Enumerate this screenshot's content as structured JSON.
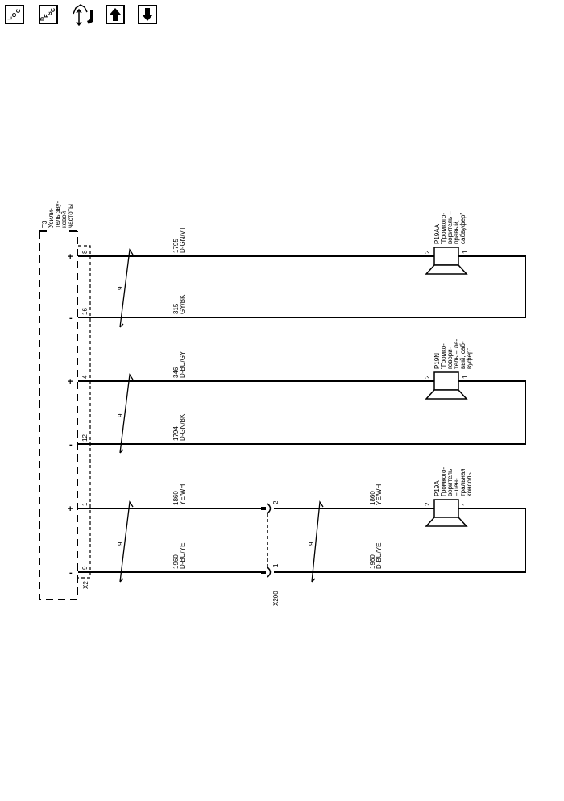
{
  "toolbar": {
    "loc": {
      "l": "L",
      "o": "O",
      "c": "C"
    },
    "desc": {
      "d": "D",
      "e": "E",
      "s": "S",
      "c": "C"
    },
    "icons": [
      "loc-icon",
      "desc-icon",
      "connector-service-icon",
      "arrow-up-icon",
      "arrow-down-icon"
    ]
  },
  "module": {
    "lines": [
      "T3",
      "Усили-",
      "тель зву-",
      "ковой",
      "частоты"
    ],
    "connector": "X2"
  },
  "pins": {
    "p8": "8",
    "p16": "16",
    "p4": "4",
    "p12": "12",
    "p1": "1",
    "p9": "9"
  },
  "polarity": {
    "plus": "+",
    "minus": "-"
  },
  "twist": "9",
  "wires": {
    "w1": {
      "circuit": "1795",
      "color": "D-GN/VT"
    },
    "w2": {
      "circuit": "315",
      "color": "GY/BK"
    },
    "w3": {
      "circuit": "346",
      "color": "D-BU/GY"
    },
    "w4": {
      "circuit": "1794",
      "color": "D-GN/BK"
    },
    "w5": {
      "circuit": "1860",
      "color": "YE/WH"
    },
    "w6": {
      "circuit": "1960",
      "color": "D-BU/YE"
    }
  },
  "inline": {
    "name": "X200",
    "pin2": "2",
    "pin1": "1"
  },
  "speakers": [
    {
      "lines": [
        "P19AA",
        "\"Громкого-",
        "воритель –",
        "правый,",
        "сабвуфер\""
      ],
      "pin2": "2",
      "pin1": "1"
    },
    {
      "lines": [
        "P19N",
        "\"Громко-",
        "говори-",
        "тель – ле-",
        "вый, саб-",
        "вуфер\""
      ],
      "pin2": "2",
      "pin1": "1"
    },
    {
      "lines": [
        "P19A",
        "Громкого-",
        "воритель",
        "– цен-",
        "тральная",
        "консоль"
      ],
      "pin2": "2",
      "pin1": "1"
    }
  ]
}
